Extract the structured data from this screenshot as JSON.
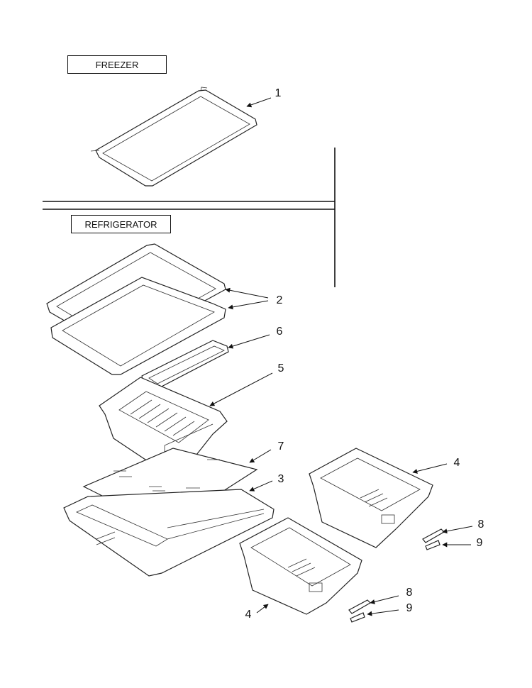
{
  "sections": {
    "freezer": "FREEZER",
    "refrigerator": "REFRIGERATOR"
  },
  "callouts": {
    "c1": "1",
    "c2": "2",
    "c6": "6",
    "c5": "5",
    "c7": "7",
    "c3": "3",
    "c4a": "4",
    "c8a": "8",
    "c9a": "9",
    "c4b": "4",
    "c8b": "8",
    "c9b": "9"
  }
}
